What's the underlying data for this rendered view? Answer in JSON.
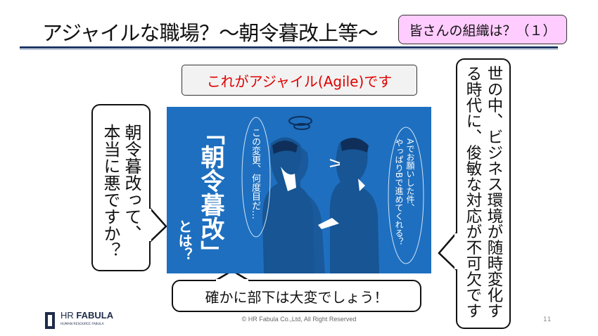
{
  "slide": {
    "title": "アジャイルな職場？～朝令暮改上等～",
    "question_badge": "皆さんの組織は？（１）",
    "headline": "これがアジャイル(Agile)です",
    "left_bubble": {
      "line1": "朝令暮改って、",
      "line2": "本当に悪ですか？"
    },
    "right_bubble": {
      "line1": "世の中、ビジネス環境が随時変化す",
      "line2": "る時代に、俊敏な対応が不可欠です"
    },
    "bottom_bubble": "確かに部下は大変でしょう！",
    "image": {
      "main_text": "「朝令暮改」",
      "sub_text": "とは？",
      "thought_left": "この変更、何度目だ…",
      "speech_right_line1": "Aでお願いした件、",
      "speech_right_line2": "やっぱりBで進めてくれる？",
      "bg_color": "#1e6fbf"
    },
    "footer": {
      "copyright": "© HR Fabula Co.,Ltd, All Right Reserved",
      "page_number": "11",
      "logo_main_a": "HR ",
      "logo_main_b": "FABULA",
      "logo_sub": "HUMAN RESOURCE FABULA"
    }
  }
}
